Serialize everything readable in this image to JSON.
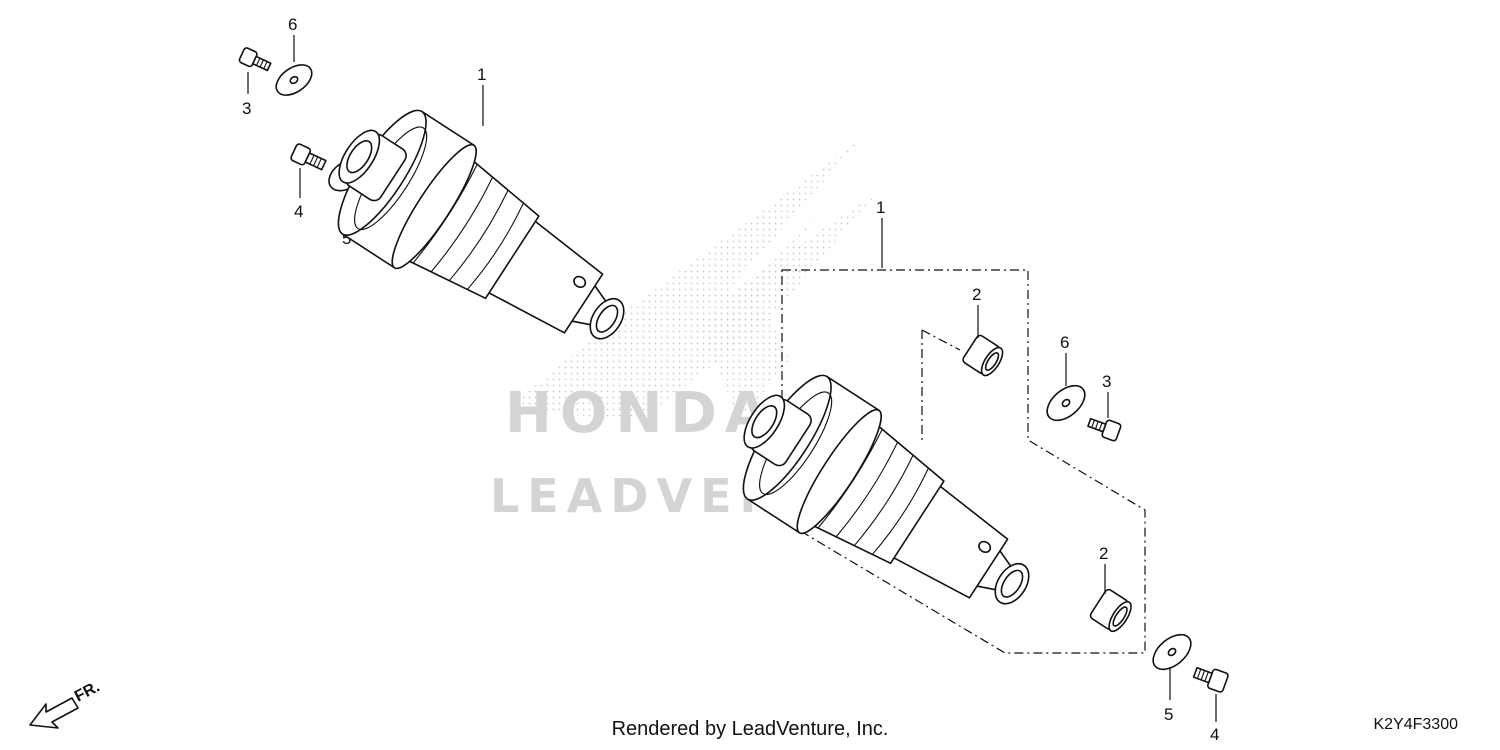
{
  "diagram": {
    "watermark": {
      "brand": "HONDA",
      "company": "LEADVENTURE"
    },
    "callouts": {
      "upper_left": {
        "shock": "1",
        "washer_top": "6",
        "bolt_top": "3",
        "bolt_lower": "4",
        "washer_lower": "5"
      },
      "right": {
        "shock": "1",
        "bushing_upper": "2",
        "washer_top": "6",
        "bolt_top": "3",
        "bushing_lower": "2",
        "washer_lower": "5",
        "bolt_lower": "4"
      }
    },
    "direction_label": "FR.",
    "footer": "Rendered by LeadVenture, Inc.",
    "diagram_code": "K2Y4F3300"
  }
}
